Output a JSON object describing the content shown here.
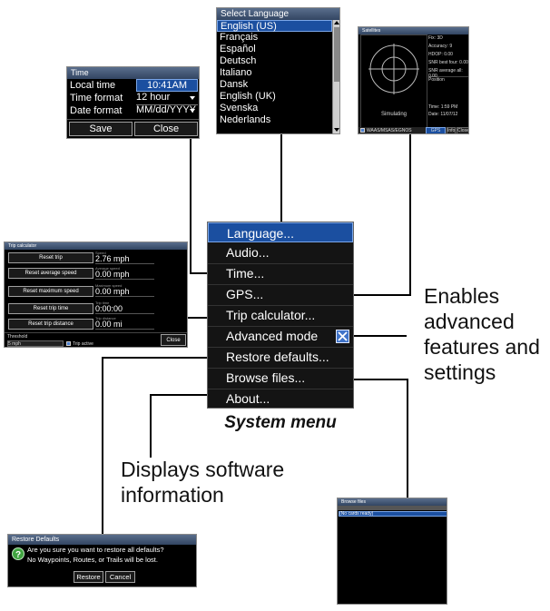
{
  "time_dialog": {
    "title": "Time",
    "local_time_label": "Local time",
    "local_time_value": "10:41AM",
    "time_format_label": "Time format",
    "time_format_value": "12 hour",
    "date_format_label": "Date format",
    "date_format_value": "MM/dd/YYYY",
    "save_label": "Save",
    "close_label": "Close"
  },
  "language_dialog": {
    "title": "Select Language",
    "items": [
      "English (US)",
      "Français",
      "Español",
      "Deutsch",
      "Italiano",
      "Dansk",
      "English (UK)",
      "Svenska",
      "Nederlands"
    ]
  },
  "satellites_screen": {
    "title": "Satellites",
    "stats": [
      "Fix: 3D",
      "Accuracy: 9",
      "HDOP: 0.00",
      "SNR best four: 0.00",
      "SNR average all: 0.00"
    ],
    "position_label": "Position",
    "simulating": "Simulating",
    "time_text": "Time: 1:59 PM",
    "date_text": "Date: 11/07/12",
    "waas_label": "WAAS/MSAS/EGNOS",
    "gps_source_btn": "GPS source",
    "info_btn": "Info",
    "close_btn": "Close"
  },
  "trip_calc": {
    "title": "Trip calculator",
    "rows": [
      {
        "button": "Reset trip",
        "caption": "Speed",
        "value": "2.76 mph"
      },
      {
        "button": "Reset average speed",
        "caption": "Average speed",
        "value": "0.00 mph"
      },
      {
        "button": "Reset maximum speed",
        "caption": "Maximum speed",
        "value": "0.00 mph"
      },
      {
        "button": "Reset trip time",
        "caption": "Trip time",
        "value": "0:00:00"
      },
      {
        "button": "Reset trip distance",
        "caption": "Trip distance",
        "value": "0.00 mi"
      }
    ],
    "threshold_label": "Threshold",
    "threshold_value": "5 mph",
    "trip_active_label": "Trip active",
    "close_label": "Close"
  },
  "system_menu": {
    "items": [
      "Language...",
      "Audio...",
      "Time...",
      "GPS...",
      "Trip calculator...",
      "Advanced mode",
      "Restore defaults...",
      "Browse files...",
      "About..."
    ],
    "caption": "System menu"
  },
  "annotations": {
    "advanced_1": "Enables",
    "advanced_2": "advanced",
    "advanced_3": "features and",
    "advanced_4": "settings",
    "about_1": "Displays software",
    "about_2": "information"
  },
  "restore_dialog": {
    "title": "Restore Defaults",
    "message_1": "Are you sure you want to restore all defaults?",
    "message_2": "No Waypoints, Routes, or Trails will be lost.",
    "restore_label": "Restore",
    "cancel_label": "Cancel"
  },
  "browse_files": {
    "title": "Browse files",
    "item": "(No cards ready)"
  },
  "colors": {
    "selection_blue": "#1b4fa0",
    "menu_bg": "#141414",
    "title_bar": "#4a5f80"
  }
}
